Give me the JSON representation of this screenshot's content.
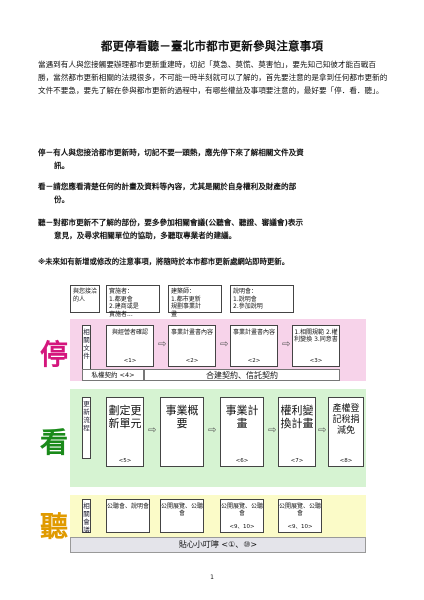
{
  "title": "都更停看聽－臺北市都市更新參與注意事項",
  "intro": "當遇到有人與您接觸要辦理都市更新重建時，切記「莫急、莫慌、莫害怕」，要先知己知彼才能百戰百勝，當然都市更新相關的法規很多，不可能一時半刻就可以了解的，首先要注意的是拿到任何都市更新的文件不要急，要先了解在參與都市更新的過程中，有哪些權益及事項要注意的，最好要「停．看．聽」。",
  "points": [
    {
      "line1": "停－有人與您接洽都市更新時，切記不要一頭熱，應先停下來了解相關文件及資",
      "line2": "訊。"
    },
    {
      "line1": "看－請您應看清楚任何的計畫及資料等內容，尤其是關於自身權利及財產的部",
      "line2": "份。"
    },
    {
      "line1": "聽－對都市更新不了解的部份，要多參加相關會議(公聽會、聽證、審議會)表示",
      "line2": "意見，及尋求相關單位的協助，多聽取專業者的建議。"
    }
  ],
  "note": "※未來如有新增或修改的注意事項，將隨時於本市都市更新處網站即時更新。",
  "diagram": {
    "top_boxes": [
      "與您接洽的人",
      "實施者：\n1.都更會\n2.建商或是\n實施者...",
      "建築師：\n1.都市更新\n規劃事業計\n畫",
      "說明會：\n1.說明會\n2.參加說明"
    ],
    "stop": {
      "char": "停",
      "label": "相關文件",
      "steps": [
        {
          "text": "與經營者確認",
          "num": "<1>"
        },
        {
          "text": "事業計畫書內容",
          "num": "<2>"
        },
        {
          "text": "事業計畫書內容",
          "num": "<2>"
        },
        {
          "text": "1.相關規範 2.權利變換 3.同意書",
          "num": "<3>"
        }
      ],
      "bar_left": "私權契約 <4>",
      "bar_right": "合建契約、信託契約"
    },
    "look": {
      "char": "看",
      "label": "更新流程",
      "steps": [
        {
          "text": "劃定更新單元",
          "num": "<5>"
        },
        {
          "text": "事業概要",
          "num": ""
        },
        {
          "text": "事業計畫",
          "num": "<6>"
        },
        {
          "text": "權利變換計畫",
          "num": "<7>"
        },
        {
          "text": "產權登記稅捐減免",
          "num": "<8>"
        }
      ]
    },
    "listen": {
      "char": "聽",
      "label": "相關會議",
      "boxes": [
        {
          "text": "公聽會、說明會",
          "num": ""
        },
        {
          "text": "公開展覽、公聽會",
          "num": ""
        },
        {
          "text": "公開展覽、公聽會",
          "num": "<9、10>"
        },
        {
          "text": "公開展覽、公聽會",
          "num": "<9、10>"
        }
      ]
    },
    "tip": "貼心小叮嚀 <①、⑩>"
  },
  "page_number": "1"
}
